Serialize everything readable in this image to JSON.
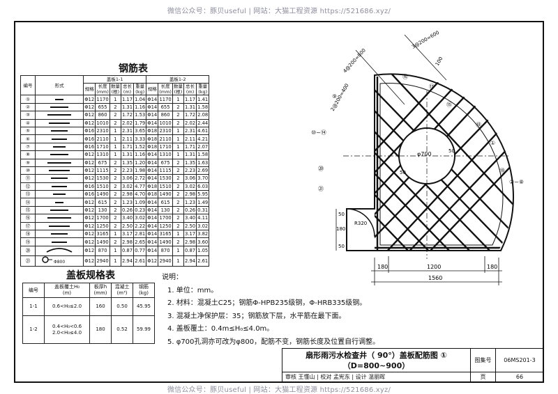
{
  "watermark": "微信公众号：豚贝useful  |  网站：大猫工程资源  https://521686.xyz/",
  "rebar_table": {
    "title": "钢筋表",
    "h_no": "编号",
    "h_shape": "形式",
    "group1": "盖板1-1",
    "group2": "盖板1-2",
    "cols": [
      "规格",
      "长度\n(mm)",
      "数量\n(根)",
      "总长\n(m)",
      "重量\n(kg)"
    ],
    "rows": [
      {
        "no": "①",
        "s1": "Φ12",
        "l1": "1170",
        "n1": "1",
        "t1": "1.17",
        "w1": "1.04",
        "s2": "Φ14",
        "l2": "1170",
        "n2": "1",
        "t2": "1.17",
        "w2": "1.41"
      },
      {
        "no": "②",
        "s1": "Φ12",
        "l1": "655",
        "n1": "2",
        "t1": "1.31",
        "w1": "1.16",
        "s2": "Φ14",
        "l2": "655",
        "n2": "2",
        "t2": "1.31",
        "w2": "1.58"
      },
      {
        "no": "③",
        "s1": "Φ12",
        "l1": "860",
        "n1": "2",
        "t1": "1.72",
        "w1": "1.53",
        "s2": "Φ14",
        "l2": "860",
        "n2": "2",
        "t2": "1.72",
        "w2": "2.08"
      },
      {
        "no": "④",
        "s1": "Φ12",
        "l1": "1010",
        "n1": "2",
        "t1": "2.02",
        "w1": "1.79",
        "s2": "Φ14",
        "l2": "1010",
        "n2": "2",
        "t2": "2.02",
        "w2": "2.44"
      },
      {
        "no": "⑤",
        "s1": "Φ16",
        "l1": "2310",
        "n1": "1",
        "t1": "2.31",
        "w1": "3.65",
        "s2": "Φ18",
        "l2": "2310",
        "n2": "1",
        "t2": "2.31",
        "w2": "4.61"
      },
      {
        "no": "⑥",
        "s1": "Φ16",
        "l1": "2110",
        "n1": "1",
        "t1": "2.11",
        "w1": "3.33",
        "s2": "Φ18",
        "l2": "2110",
        "n2": "1",
        "t2": "2.11",
        "w2": "4.21"
      },
      {
        "no": "⑦",
        "s1": "Φ16",
        "l1": "1710",
        "n1": "1",
        "t1": "1.71",
        "w1": "1.52",
        "s2": "Φ18",
        "l2": "1710",
        "n2": "1",
        "t2": "1.71",
        "w2": "2.07"
      },
      {
        "no": "⑧",
        "s1": "Φ12",
        "l1": "1310",
        "n1": "1",
        "t1": "1.31",
        "w1": "1.16",
        "s2": "Φ14",
        "l2": "1310",
        "n2": "1",
        "t2": "1.31",
        "w2": "1.58"
      },
      {
        "no": "⑨",
        "s1": "Φ12",
        "l1": "675",
        "n1": "2",
        "t1": "1.35",
        "w1": "1.20",
        "s2": "Φ14",
        "l2": "675",
        "n2": "2",
        "t2": "1.35",
        "w2": "1.63"
      },
      {
        "no": "⑩",
        "s1": "Φ12",
        "l1": "1115",
        "n1": "2",
        "t1": "2.23",
        "w1": "1.98",
        "s2": "Φ14",
        "l2": "1115",
        "n2": "2",
        "t2": "2.23",
        "w2": "2.69"
      },
      {
        "no": "⑪",
        "s1": "Φ12",
        "l1": "1530",
        "n1": "2",
        "t1": "3.06",
        "w1": "2.72",
        "s2": "Φ14",
        "l2": "1530",
        "n2": "2",
        "t2": "3.06",
        "w2": "3.70"
      },
      {
        "no": "⑫",
        "s1": "Φ16",
        "l1": "1510",
        "n1": "2",
        "t1": "3.02",
        "w1": "4.77",
        "s2": "Φ18",
        "l2": "1510",
        "n2": "2",
        "t2": "3.02",
        "w2": "6.03"
      },
      {
        "no": "⑬",
        "s1": "Φ16",
        "l1": "1490",
        "n1": "2",
        "t1": "2.98",
        "w1": "4.70",
        "s2": "Φ18",
        "l2": "1490",
        "n2": "2",
        "t2": "2.98",
        "w2": "5.95"
      },
      {
        "no": "⑭",
        "s1": "Φ12",
        "l1": "615",
        "n1": "2",
        "t1": "1.23",
        "w1": "1.09",
        "s2": "Φ14",
        "l2": "615",
        "n2": "2",
        "t2": "1.23",
        "w2": "1.49"
      },
      {
        "no": "⑮",
        "s1": "Φ12",
        "l1": "130",
        "n1": "2",
        "t1": "0.26",
        "w1": "0.23",
        "s2": "Φ14",
        "l2": "130",
        "n2": "2",
        "t2": "0.26",
        "w2": "0.31"
      },
      {
        "no": "⑯",
        "s1": "Φ12",
        "l1": "1700",
        "n1": "2",
        "t1": "3.40",
        "w1": "3.02",
        "s2": "Φ14",
        "l2": "1700",
        "n2": "2",
        "t2": "3.40",
        "w2": "4.11"
      },
      {
        "no": "⑰",
        "s1": "Φ12",
        "l1": "1250",
        "n1": "2",
        "t1": "2.50",
        "w1": "2.22",
        "s2": "Φ14",
        "l2": "1250",
        "n2": "2",
        "t2": "2.50",
        "w2": "3.02"
      },
      {
        "no": "⑱",
        "s1": "Φ12",
        "l1": "3165",
        "n1": "1",
        "t1": "3.17",
        "w1": "2.81",
        "s2": "Φ14",
        "l2": "3165",
        "n2": "1",
        "t2": "3.17",
        "w2": "3.82"
      },
      {
        "no": "⑲",
        "s1": "Φ12",
        "l1": "1490",
        "n1": "2",
        "t1": "2.98",
        "w1": "2.65",
        "s2": "Φ14",
        "l2": "1490",
        "n2": "2",
        "t2": "2.98",
        "w2": "3.60"
      },
      {
        "no": "⑳",
        "s1": "Φ12",
        "l1": "870",
        "n1": "1",
        "t1": "0.87",
        "w1": "0.77",
        "s2": "Φ14",
        "l2": "870",
        "n2": "1",
        "t2": "0.87",
        "w2": "1.05"
      },
      {
        "no": "㉑",
        "s1": "Φ12",
        "l1": "2940",
        "n1": "1",
        "t1": "2.94",
        "w1": "2.61",
        "s2": "Φ12",
        "l2": "2940",
        "n2": "1",
        "t2": "2.94",
        "w2": "2.61"
      }
    ],
    "last_shape_label": "Φ800"
  },
  "cover_spec": {
    "title": "盖板规格表",
    "headers": [
      "编号",
      "盖板覆土H₀\n(m)",
      "板厚h\n(mm)",
      "混凝土\n(m³)",
      "钢筋\n(kg)"
    ],
    "rows": [
      {
        "no": "1-1",
        "h0": "0.6<H₀≤2.0",
        "t": "160",
        "c": "0.50",
        "s": "45.95"
      },
      {
        "no": "1-2",
        "h0": "0.4<H₀<0.6\n2.0<H₀≤4.0",
        "t": "180",
        "c": "0.52",
        "s": "59.99"
      }
    ]
  },
  "notes": {
    "title": "说明：",
    "items": [
      "1. 单位：mm。",
      "2. 材料：混凝土C25；钢筋Φ-HPB235级钢，Φ-HRB335级钢。",
      "3. 混凝土净保护层：35；钢筋放下层，水平筋在最下面。",
      "4. 盖板覆土：0.4m≤H₀≤4.0m。",
      "5. φ700孔洞亦可改为φ800，配筋不变，钢筋长度及位置自行调整。"
    ]
  },
  "drawing": {
    "dim_1560": "1560",
    "dim_1200": "1200",
    "dim_180": "180",
    "dim_50": "50",
    "hole": "φ700",
    "r320": "R320",
    "spacing_top": "3@200=600",
    "spacing_diag": "4@200=800",
    "spacing_left": "2@200=400",
    "dim_100": "100",
    "labels": [
      "⑯",
      "⑰",
      "⑨",
      "⑮",
      "⑱",
      "①",
      "⑩~⑭",
      "⑲",
      "⑳",
      "㉑",
      "②~⑧"
    ]
  },
  "title_block": {
    "title_line1": "扇形雨污水检查井（ 90°）盖板配筋图 ①",
    "title_line2": "（D=800~900）",
    "atlas_label": "图集号",
    "atlas_no": "06MS201-3",
    "page_label": "页",
    "page_no": "66",
    "sign_row": "审核 王懂山 | 校对 孟宪东 | 设计 温丽晖"
  }
}
